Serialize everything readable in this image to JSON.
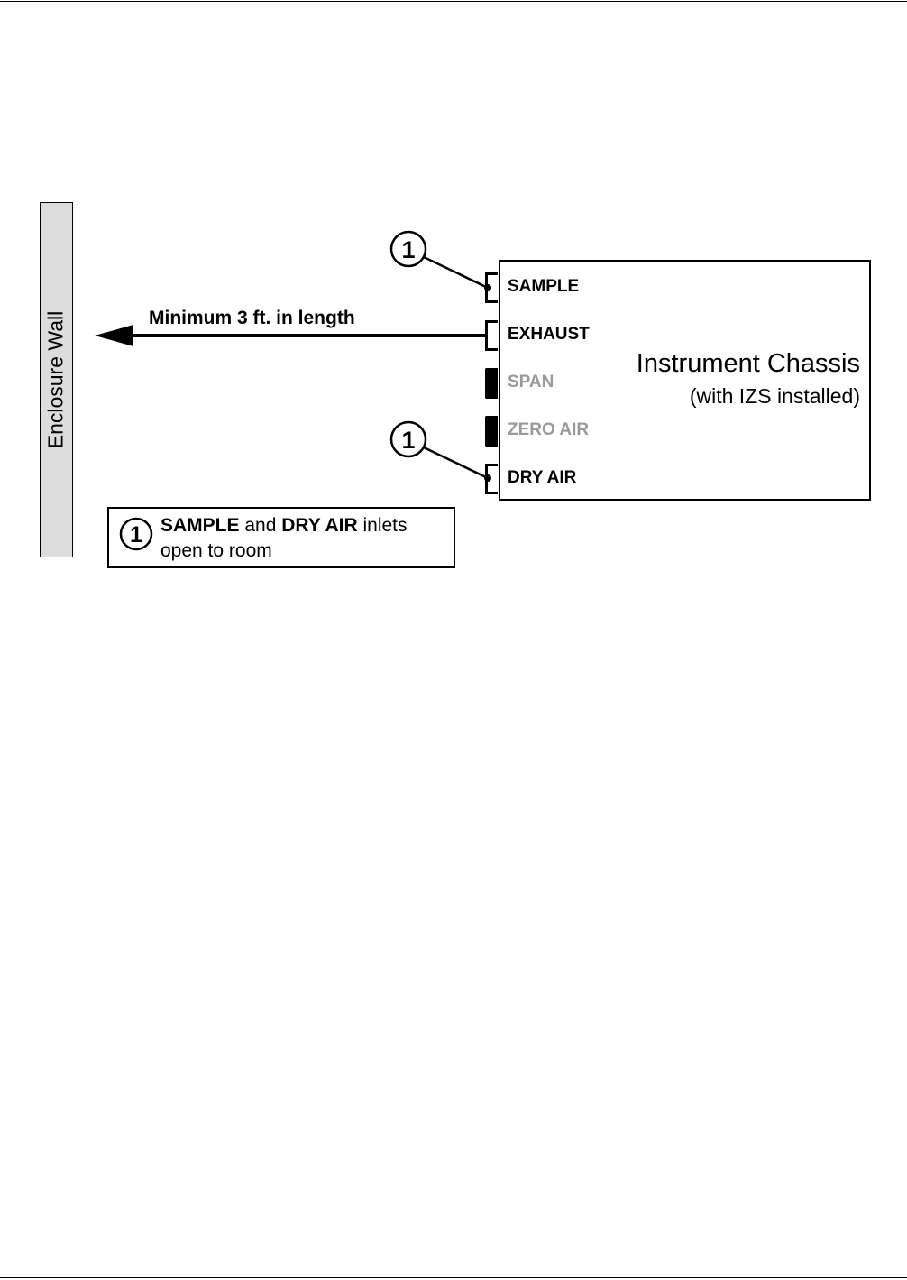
{
  "diagram": {
    "wall_label": "Enclosure Wall",
    "exhaust_line_label": "Minimum 3 ft. in length",
    "chassis": {
      "title": "Instrument Chassis",
      "subtitle": "(with IZS installed)",
      "ports": [
        {
          "label": "SAMPLE",
          "state": "open",
          "callout": "1"
        },
        {
          "label": "EXHAUST",
          "state": "open"
        },
        {
          "label": "SPAN",
          "state": "capped"
        },
        {
          "label": "ZERO AIR",
          "state": "capped"
        },
        {
          "label": "DRY AIR",
          "state": "open",
          "callout": "1"
        }
      ]
    },
    "callout_number": "1",
    "note": {
      "number": "1",
      "part1": "SAMPLE",
      "part2": " and ",
      "part3": "DRY AIR",
      "part4": " inlets",
      "line2": "open to room"
    },
    "colors": {
      "wall_fill": "#dcdcdc",
      "muted_text": "#9a9a9a"
    }
  }
}
